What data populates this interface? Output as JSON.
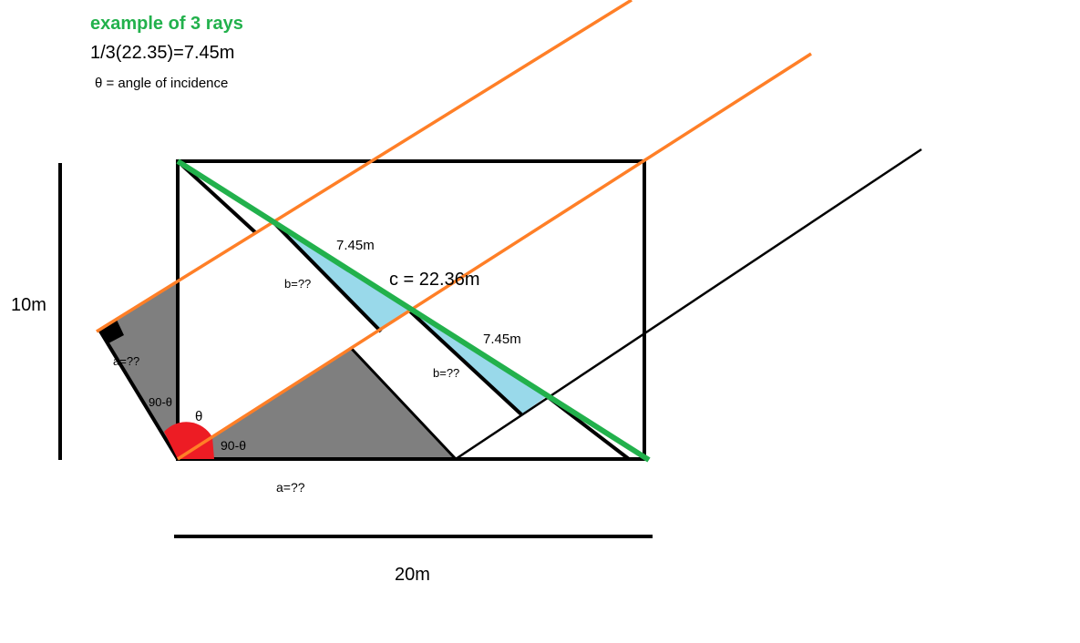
{
  "header": {
    "title": "example of 3 rays",
    "formula": "1/3(22.35)=7.45m",
    "theta_note": "θ = angle of incidence"
  },
  "labels": {
    "height": "10m",
    "width": "20m",
    "hyp": "c = 22.36m",
    "seg1": "7.45m",
    "seg2": "7.45m",
    "b1": "b=??",
    "b2": "b=??",
    "a_bottom": "a=??",
    "a_left": "a=??",
    "angle_left": "90-θ",
    "angle_bottom": "90-θ",
    "theta": "θ"
  },
  "colors": {
    "title": "#22b14c",
    "diagonal": "#22b14c",
    "rays": "#ff7f27",
    "shade": "#7f7f7f",
    "highlight": "#99d9ea",
    "angle_marker": "#ed1c24",
    "lines": "#000000"
  }
}
